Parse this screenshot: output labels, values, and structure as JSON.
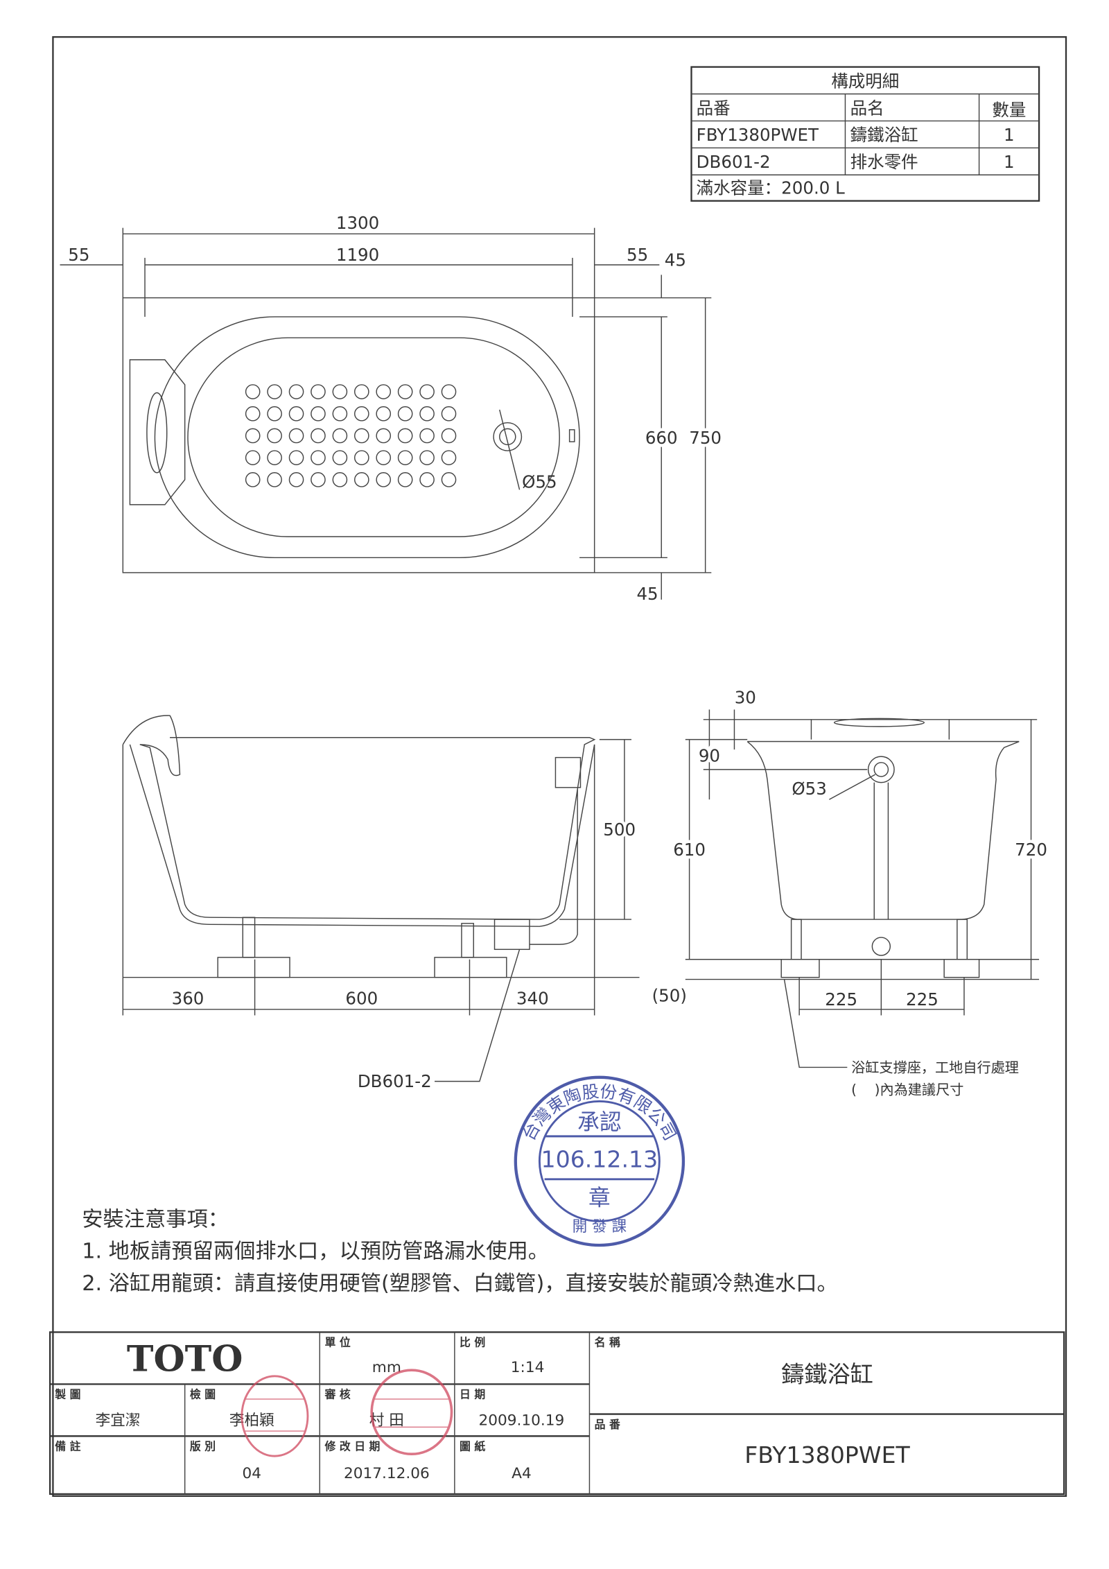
{
  "components": {
    "title": "構成明細",
    "headers": [
      "品番",
      "品名",
      "數量"
    ],
    "rows": [
      {
        "code": "FBY1380PWET",
        "name": "鑄鐵浴缸",
        "qty": "1"
      },
      {
        "code": "DB601-2",
        "name": "排水零件",
        "qty": "1"
      }
    ],
    "capacity": "滿水容量：200.0 L"
  },
  "top_view": {
    "overall_length": "1300",
    "inner_length": "1190",
    "left_margin": "55",
    "right_margin": "55",
    "top_margin": "45",
    "inner_width": "660",
    "overall_width": "750",
    "bottom_margin": "45",
    "drain_diameter": "Ø55"
  },
  "side_view": {
    "leg_left": "360",
    "leg_spacing": "600",
    "leg_right": "340",
    "depth": "500",
    "drain_part_label": "DB601-2"
  },
  "end_view": {
    "rim": "30",
    "overflow_height": "90",
    "overflow_diameter": "Ø53",
    "tub_height": "610",
    "total_height": "720",
    "floor_gap": "(50)",
    "leg_half_left": "225",
    "leg_half_right": "225",
    "note_support": "浴缸支撐座，工地自行處理",
    "note_brackets": "(    )內為建議尺寸"
  },
  "approval_stamp": {
    "company": "台灣東陶股份有限公司",
    "label": "承認",
    "date": "106.12.13",
    "seal": "章",
    "dept": "開 發 課",
    "color": "#3b4aa0"
  },
  "install_notes": {
    "title": "安裝注意事項：",
    "items": [
      "1. 地板請預留兩個排水口，以預防管路漏水使用。",
      "2. 浴缸用龍頭：請直接使用硬管(塑膠管、白鐵管)，直接安裝於龍頭冷熱進水口。"
    ]
  },
  "title_block": {
    "logo": "TOTO",
    "unit_label": "單 位",
    "unit": "mm",
    "scale_label": "比 例",
    "scale": "1:14",
    "name_label": "名 稱",
    "name": "鑄鐵浴缸",
    "drawn_label": "製 圖",
    "drawn_by": "李宜潔",
    "checked_label": "檢 圖",
    "checked_by": "李柏穎",
    "reviewed_label": "審 核",
    "reviewed_by": "村 田",
    "date_label": "日 期",
    "date": "2009.10.19",
    "part_no_label": "品 番",
    "part_no": "FBY1380PWET",
    "remarks_label": "備 註",
    "revision_label": "版 別",
    "revision": "04",
    "modified_label": "修 改 日 期",
    "modified": "2017.12.06",
    "paper_label": "圖 紙",
    "paper": "A4",
    "stamp_color": "#d0485e"
  }
}
